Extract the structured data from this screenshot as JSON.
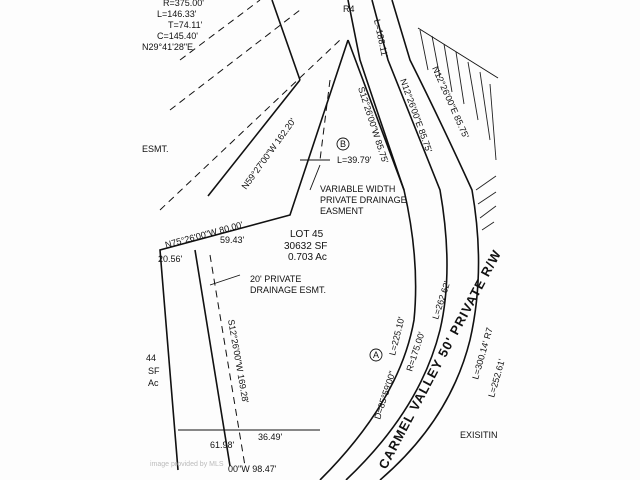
{
  "curve_top": {
    "radius": "R=375.00'",
    "length": "L=146.33'",
    "tangent": "T=74.11'",
    "chord": "C=145.40'",
    "bearing": "N29°41'28\"E"
  },
  "labels": {
    "r4": "R4",
    "l188": "L=188.11'",
    "n12_left": "N12°26'00\"E 85.75'",
    "n12_right": "N12°26'00\"E 85.75'",
    "s12_top": "S12°26'00\"W 85.75'",
    "n59": "N59°27'00\"W 162.20'",
    "esmt_left": "ESMT.",
    "marker_b": "B",
    "l3979": "L=39.79'",
    "variable_1": "VARIABLE WIDTH",
    "variable_2": "PRIVATE DRAINAGE",
    "variable_3": "EASMENT",
    "n75": "N75°26'00\"W 80.00'",
    "d2056": "20.56'",
    "d5943": "59.43'",
    "lot_title": "LOT 45",
    "lot_sf": "30632 SF",
    "lot_ac": "0.703 Ac",
    "private_1": "20' PRIVATE",
    "private_2": "DRAINAGE ESMT.",
    "s12_lower": "S12°26'00\"W 169.28'",
    "l22510": "L=225.10'",
    "marker_a": "A",
    "delta": "D=85°59'00\"",
    "r175": "R=175.00'",
    "l26262": "L=262.62'",
    "road": "CARMEL VALLEY 50' PRIVATE R/W",
    "l30014": "L=300.14' R7",
    "l25261": "L=252.61'",
    "d6198": "61.98'",
    "d3649": "36.49'",
    "bottom_bearing": "00\"W 98.47'",
    "exist": "EXISITIN",
    "left_44": "44",
    "left_sf": "SF",
    "left_ac": "Ac",
    "watermark": "image provided by MLS"
  }
}
